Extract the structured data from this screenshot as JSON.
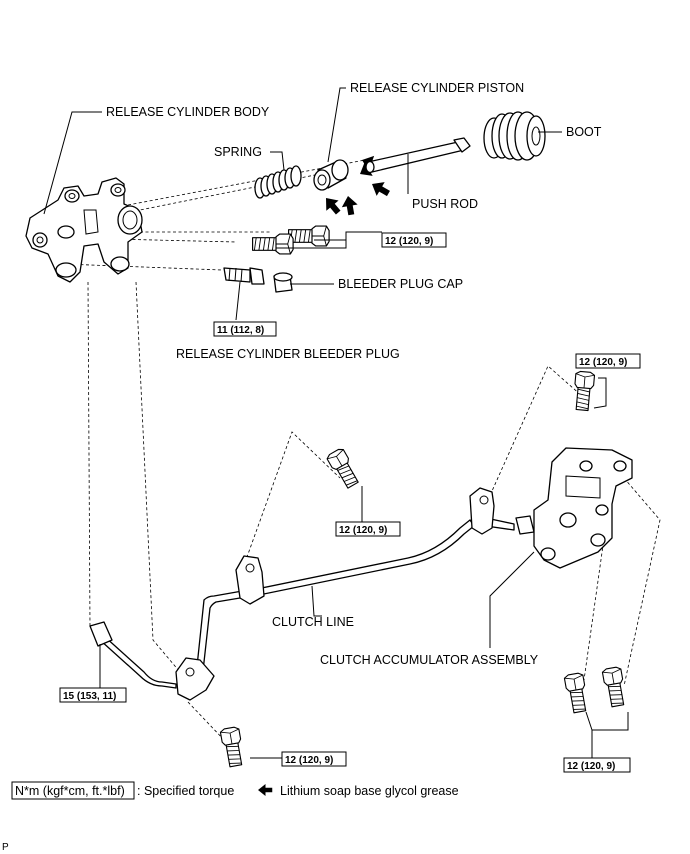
{
  "labels": {
    "release_cylinder_piston": "RELEASE CYLINDER PISTON",
    "release_cylinder_body": "RELEASE CYLINDER BODY",
    "boot": "BOOT",
    "spring": "SPRING",
    "push_rod": "PUSH ROD",
    "bleeder_plug_cap": "BLEEDER PLUG CAP",
    "release_cylinder_bleeder_plug": "RELEASE CYLINDER BLEEDER PLUG",
    "clutch_line": "CLUTCH LINE",
    "clutch_accumulator_assembly": "CLUTCH ACCUMULATOR ASSEMBLY"
  },
  "torques": {
    "body_bolts": "12 (120, 9)",
    "bleeder_plug": "11 (112, 8)",
    "accumulator_top_bolt": "12 (120, 9)",
    "line_clamp_bolt": "12 (120, 9)",
    "union_nut": "15 (153, 11)",
    "lower_clamp_bolt": "12 (120, 9)",
    "accumulator_bottom_bolts": "12 (120, 9)"
  },
  "legend": {
    "torque_unit": "N*m (kgf*cm, ft.*lbf)",
    "torque_desc": ": Specified torque",
    "grease_desc": "Lithium soap base glycol grease"
  },
  "footer": {
    "code": "P"
  }
}
